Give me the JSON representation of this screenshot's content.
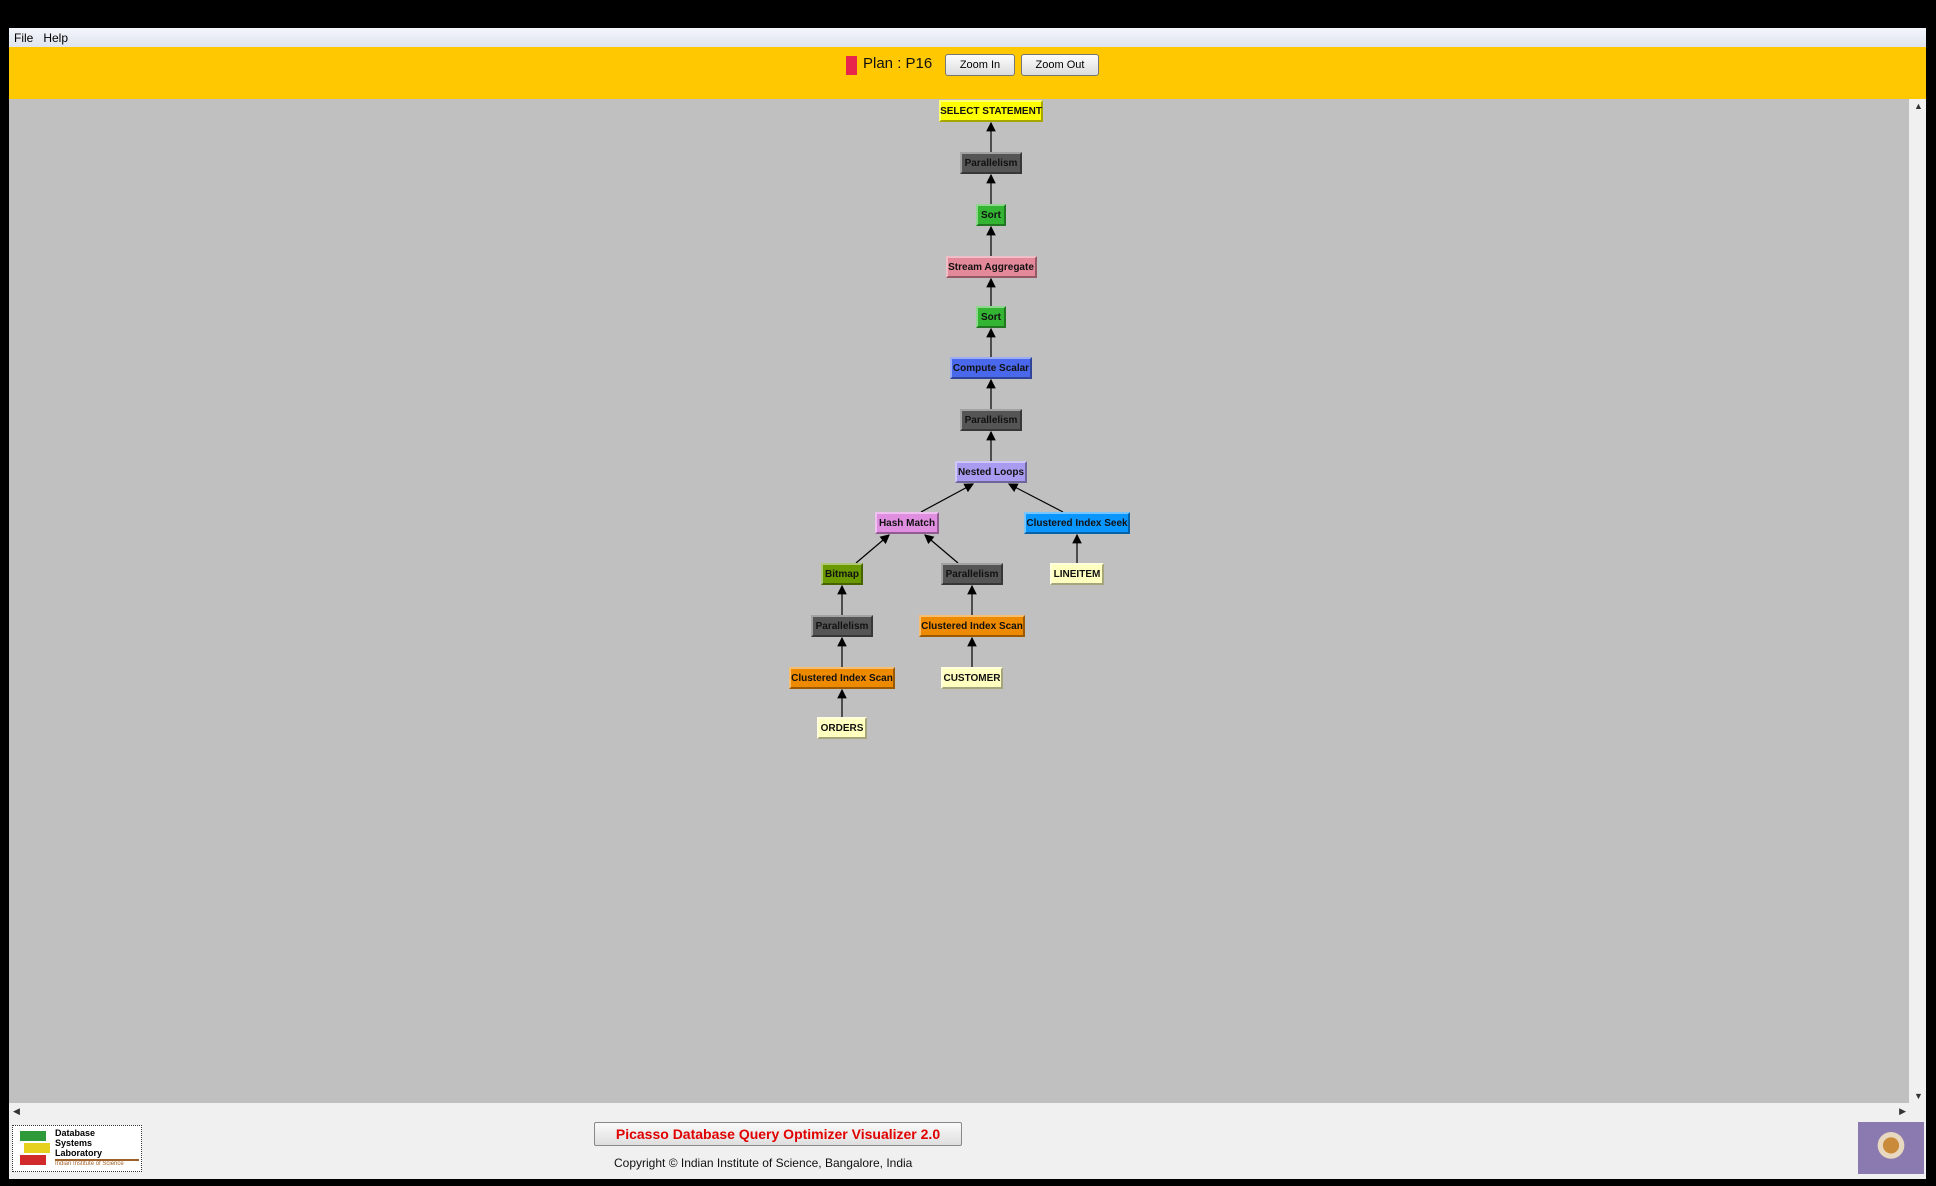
{
  "menu": {
    "file": "File",
    "help": "Help"
  },
  "toolbar": {
    "plan_label": "Plan : P16",
    "plan_color": "#e8254a",
    "zoom_in": "Zoom In",
    "zoom_out": "Zoom Out"
  },
  "plan_tree": [
    {
      "label": "SELECT STATEMENT",
      "parent": null,
      "color": "#ffff00"
    },
    {
      "label": "Parallelism",
      "parent": 0,
      "color": "#555555"
    },
    {
      "label": "Sort",
      "parent": 1,
      "color": "#33b533"
    },
    {
      "label": "Stream Aggregate",
      "parent": 2,
      "color": "#e3899a"
    },
    {
      "label": "Sort",
      "parent": 3,
      "color": "#33b533"
    },
    {
      "label": "Compute Scalar",
      "parent": 4,
      "color": "#4a68ec"
    },
    {
      "label": "Parallelism",
      "parent": 5,
      "color": "#555555"
    },
    {
      "label": "Nested Loops",
      "parent": 6,
      "color": "#a99cf0"
    },
    {
      "label": "Hash Match",
      "parent": 7,
      "color": "#e08ee0"
    },
    {
      "label": "Clustered Index Seek",
      "parent": 7,
      "color": "#0a96ff"
    },
    {
      "label": "Bitmap",
      "parent": 8,
      "color": "#6b9a00"
    },
    {
      "label": "Parallelism",
      "parent": 8,
      "color": "#555555"
    },
    {
      "label": "LINEITEM",
      "parent": 9,
      "color": "#ffffc0"
    },
    {
      "label": "Parallelism",
      "parent": 10,
      "color": "#555555"
    },
    {
      "label": "Clustered Index Scan",
      "parent": 11,
      "color": "#ee8a00"
    },
    {
      "label": "Clustered Index Scan",
      "parent": 13,
      "color": "#ee8a00"
    },
    {
      "label": "CUSTOMER",
      "parent": 14,
      "color": "#ffffc0"
    },
    {
      "label": "ORDERS",
      "parent": 15,
      "color": "#ffffc0"
    }
  ],
  "footer": {
    "app_title": "Picasso Database Query Optimizer Visualizer 2.0",
    "copyright": "Copyright © Indian Institute of Science, Bangalore, India",
    "logo_text": [
      "Database",
      "Systems",
      "Laboratory"
    ],
    "logo_subtext": "Indian Institute of Science"
  }
}
